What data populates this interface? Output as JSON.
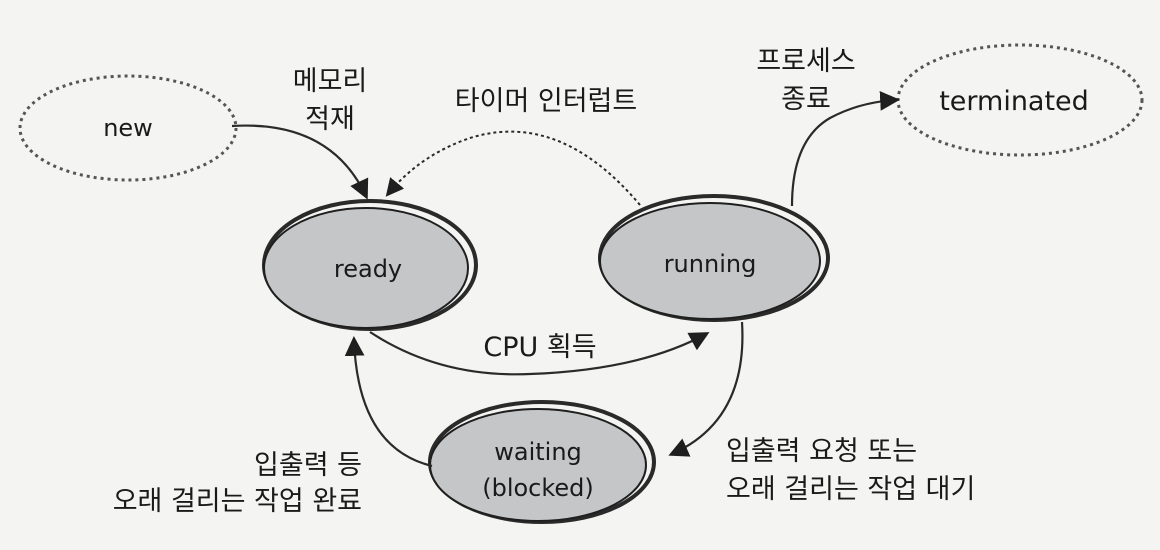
{
  "states": {
    "new": "new",
    "ready": "ready",
    "running": "running",
    "waiting_line1": "waiting",
    "waiting_line2": "(blocked)",
    "terminated": "terminated"
  },
  "transitions": {
    "new_to_ready_line1": "메모리",
    "new_to_ready_line2": "적재",
    "running_to_ready": "타이머 인터럽트",
    "ready_to_running": "CPU 획득",
    "running_to_terminated_line1": "프로세스",
    "running_to_terminated_line2": "종료",
    "running_to_waiting_line1": "입출력 요청 또는",
    "running_to_waiting_line2": "오래 걸리는 작업 대기",
    "waiting_to_ready_line1": "입출력 등",
    "waiting_to_ready_line2": "오래 걸리는 작업 완료"
  },
  "colors": {
    "state_fill": "#c5c6c7",
    "line": "#2a2a2a",
    "background": "#f4f4f2"
  }
}
